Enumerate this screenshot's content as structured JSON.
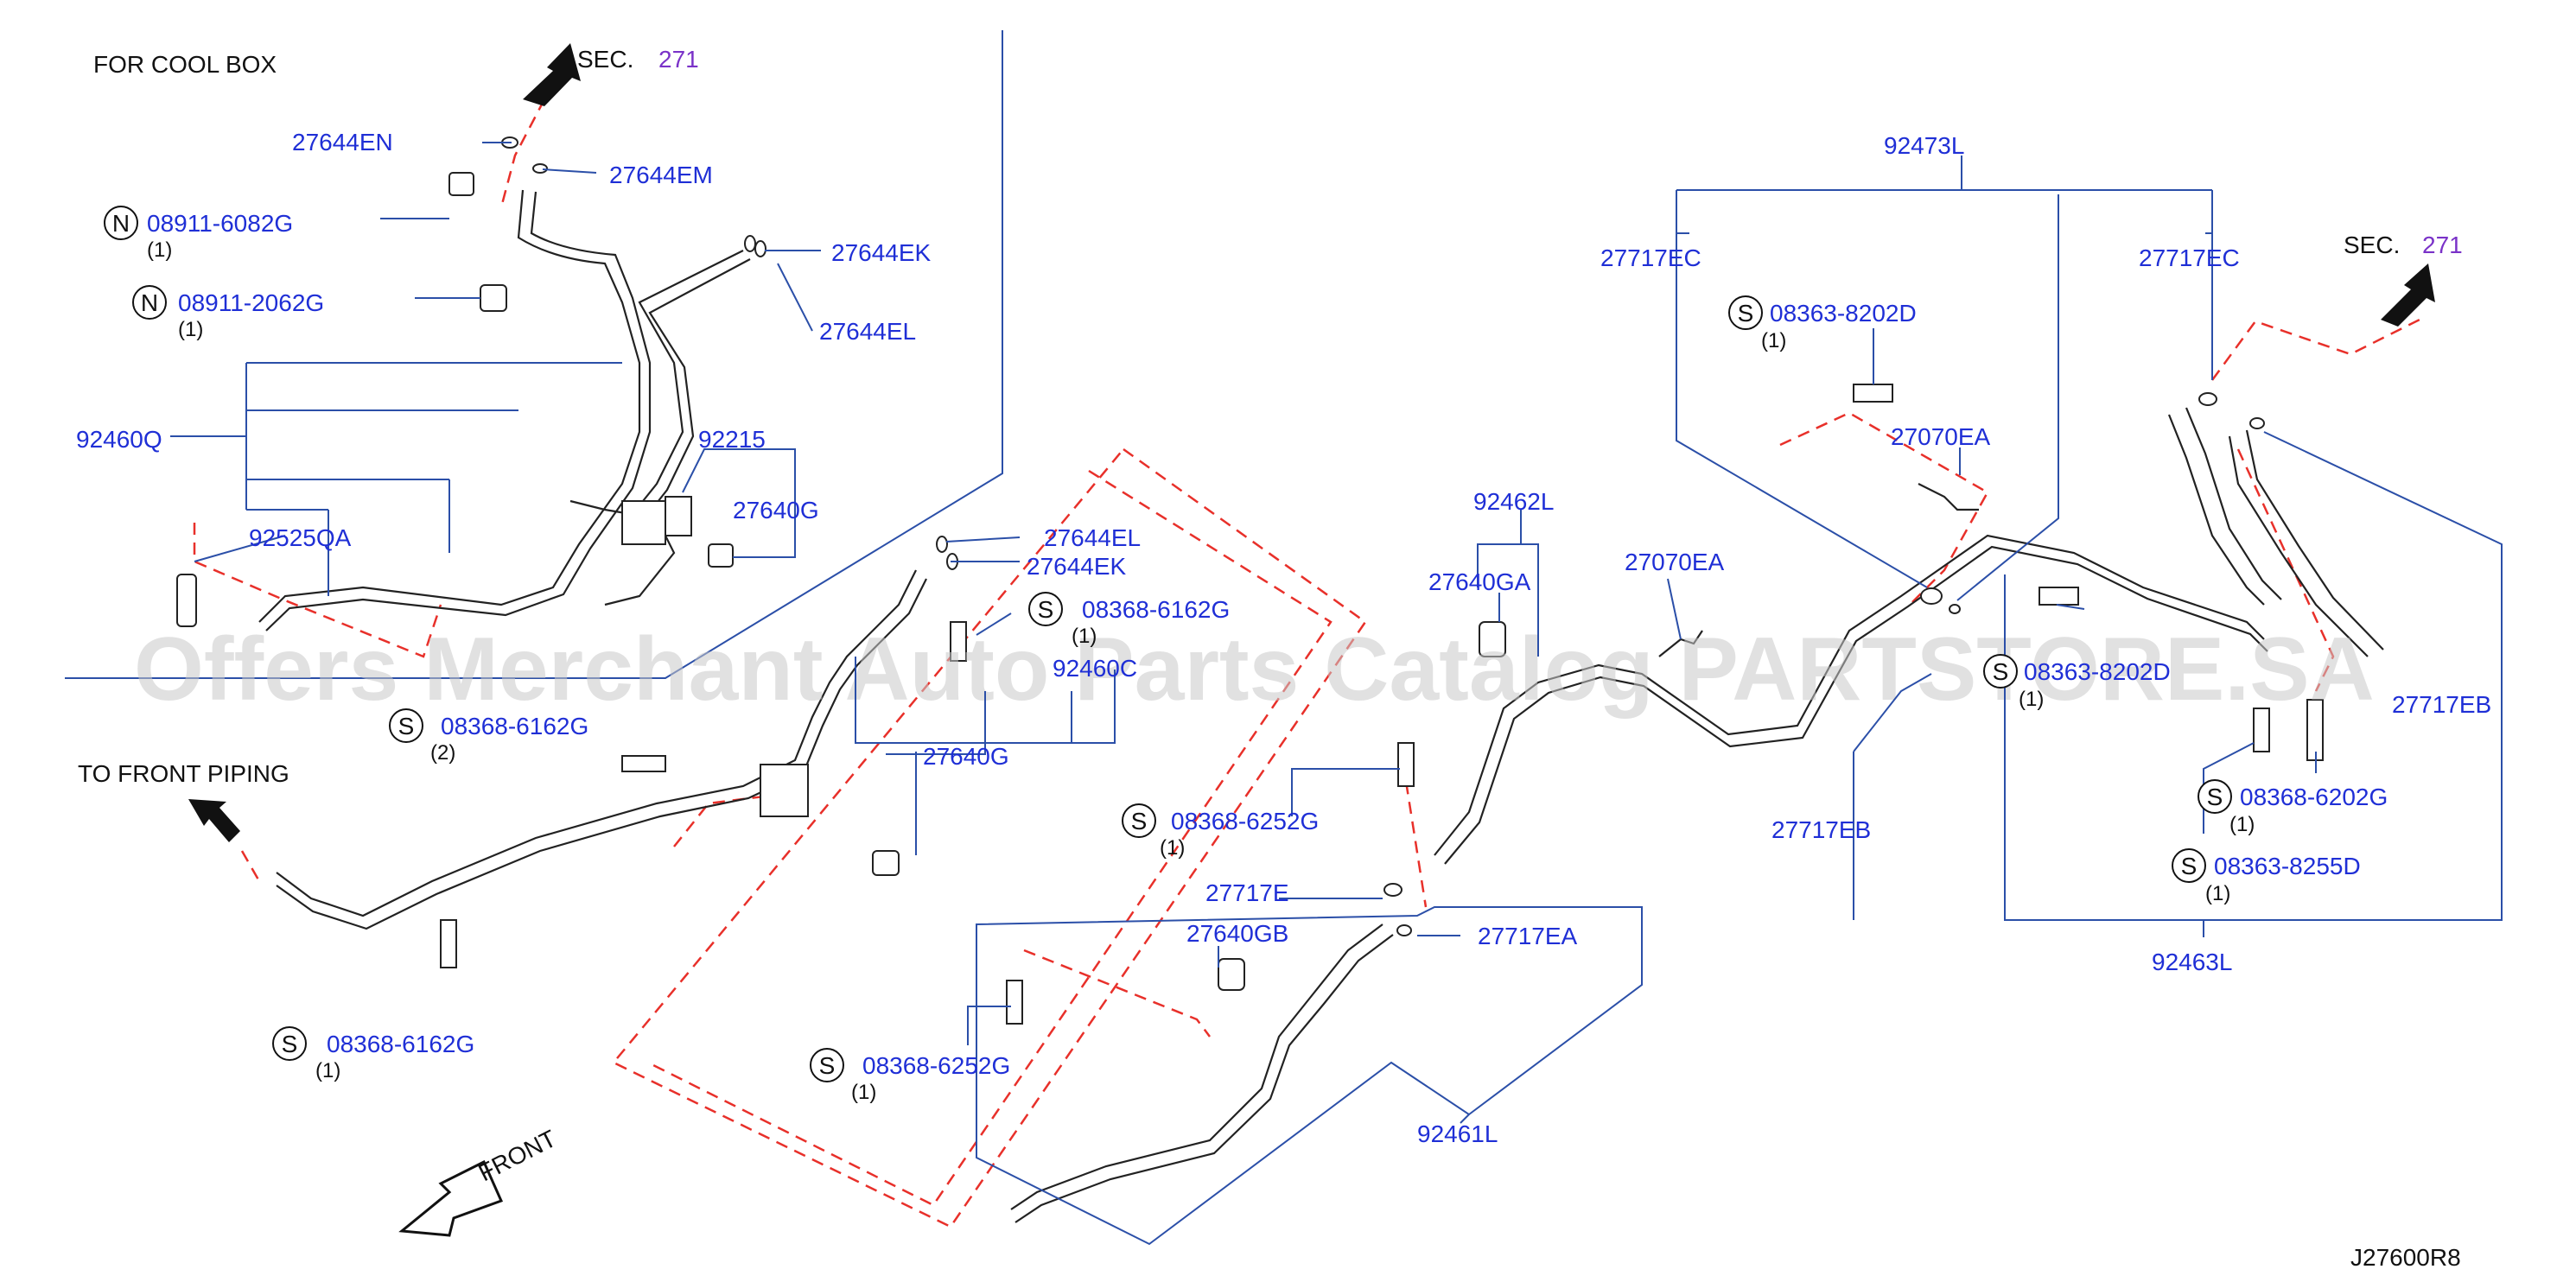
{
  "notes": {
    "cool_box": "FOR  COOL  BOX",
    "front_piping": "TO  FRONT  PIPING",
    "front": "FRONT",
    "sec": "SEC.",
    "sec_num": "271",
    "diagram_id": "J27600R8"
  },
  "watermark": "Offers Merchant Auto Parts Catalog PARTSTORE.SA",
  "parts": {
    "p27644EN": "27644EN",
    "p27644EM": "27644EM",
    "p08911_6082G": "08911-6082G",
    "p08911_2062G": "08911-2062G",
    "p27644EK_top": "27644EK",
    "p27644EL_top": "27644EL",
    "p92460Q": "92460Q",
    "p92215": "92215",
    "p27640G_top": "27640G",
    "p92525QA": "92525QA",
    "p27644EL_mid": "27644EL",
    "p27644EK_mid": "27644EK",
    "p08368_6162G_a": "08368-6162G",
    "p92460C": "92460C",
    "p08368_6162G_b": "08368-6162G",
    "p27640G_mid": "27640G",
    "p08368_6162G_c": "08368-6162G",
    "p92462L": "92462L",
    "p27640GA": "27640GA",
    "p27070EA_mid": "27070EA",
    "p08368_6252G_a": "08368-6252G",
    "p27717E": "27717E",
    "p27640GB": "27640GB",
    "p27717EA": "27717EA",
    "p08368_6252G_b": "08368-6252G",
    "p92461L": "92461L",
    "p92473L": "92473L",
    "p27717EC_left": "27717EC",
    "p27717EC_right": "27717EC",
    "p08363_8202D_a": "08363-8202D",
    "p27070EA_right": "27070EA",
    "p08363_8202D_b": "08363-8202D",
    "p27717EB_left": "27717EB",
    "p27717EB_right": "27717EB",
    "p08368_6202G": "08368-6202G",
    "p08363_8255D": "08363-8255D",
    "p92463L": "92463L"
  },
  "quantities": {
    "q08911_6082G": "(1)",
    "q08911_2062G": "(1)",
    "q08368_6162G_a": "(1)",
    "q08368_6162G_b": "(2)",
    "q08368_6162G_c": "(1)",
    "q08368_6252G_a": "(1)",
    "q08368_6252G_b": "(1)",
    "q08363_8202D_a": "(1)",
    "q08363_8202D_b": "(1)",
    "q08368_6202G": "(1)",
    "q08363_8255D": "(1)"
  },
  "prefix": {
    "n": "N",
    "s": "S"
  },
  "colors": {
    "part_number": "#1f2fd6",
    "section_link": "#7a32c8",
    "leader": "#2b4fa8",
    "phantom": "#e8302a"
  }
}
